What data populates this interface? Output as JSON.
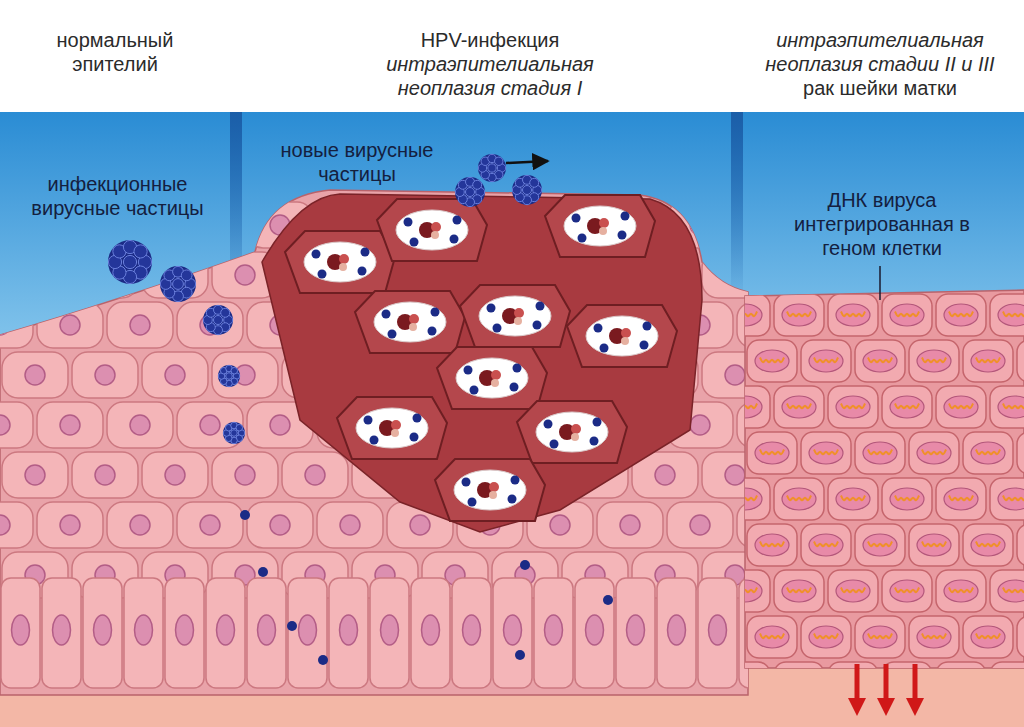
{
  "diagram": {
    "labels": [
      "нормальный эпителий",
      "HPV-инфекция",
      "интраэпителиальная неоплазия стадия I",
      "интраэпителиальная неоплазия стадии II и III",
      "рак шейки матки",
      "инфекционные вирусные частицы",
      "новые вирусные частицы",
      "ДНК вируса интегрированная в геном клетки"
    ]
  }
}
